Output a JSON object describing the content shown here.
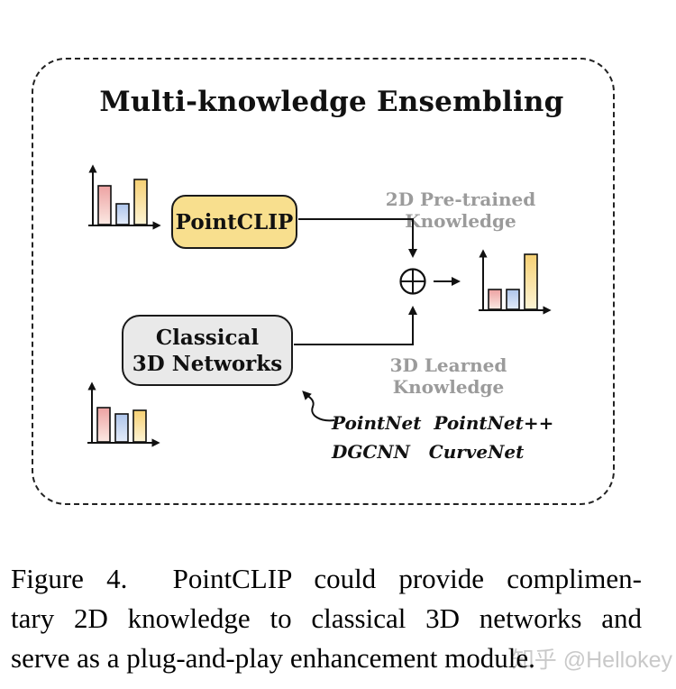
{
  "figure": {
    "title": "Multi-knowledge Ensembling",
    "boxes": {
      "pointclip": "PointCLIP",
      "classical_line1": "Classical",
      "classical_line2": "3D Networks"
    },
    "labels": {
      "knowledge_2d": "2D Pre-trained Knowledge",
      "knowledge_3d": "3D Learned Knowledge",
      "networks_line1": "PointNet  PointNet++",
      "networks_line2": "DGCNN   CurveNet"
    },
    "operator": "⊕"
  },
  "charts": [
    {
      "id": "chart-2d-input",
      "bars": [
        {
          "name": "pink",
          "height": 43
        },
        {
          "name": "blue",
          "height": 23
        },
        {
          "name": "yellow",
          "height": 50
        }
      ]
    },
    {
      "id": "chart-ensembled-output",
      "bars": [
        {
          "name": "pink",
          "height": 22
        },
        {
          "name": "blue",
          "height": 22
        },
        {
          "name": "yellow",
          "height": 61
        }
      ]
    },
    {
      "id": "chart-3d-input",
      "bars": [
        {
          "name": "pink",
          "height": 38
        },
        {
          "name": "blue",
          "height": 31
        },
        {
          "name": "yellow",
          "height": 35
        }
      ]
    }
  ],
  "bar_colors": {
    "pink": {
      "top": "#eda2a2",
      "bottom": "#fbe9e3"
    },
    "blue": {
      "top": "#aec5eb",
      "bottom": "#e4ecfa"
    },
    "yellow": {
      "top": "#f6d073",
      "bottom": "#fdf4d5"
    }
  },
  "colors": {
    "pointclip_fill": "#f8df8e",
    "classical_fill": "#e9e9e9",
    "stroke": "#111111",
    "muted_text": "#9b9b9b",
    "watermark": "#c9c9c9"
  },
  "caption": {
    "lines": [
      "Figure 4.  PointCLIP could provide complimen-",
      "tary 2D knowledge to classical 3D networks and",
      "serve as a plug-and-play enhancement module."
    ]
  },
  "watermark": "知乎 @Hellokey"
}
